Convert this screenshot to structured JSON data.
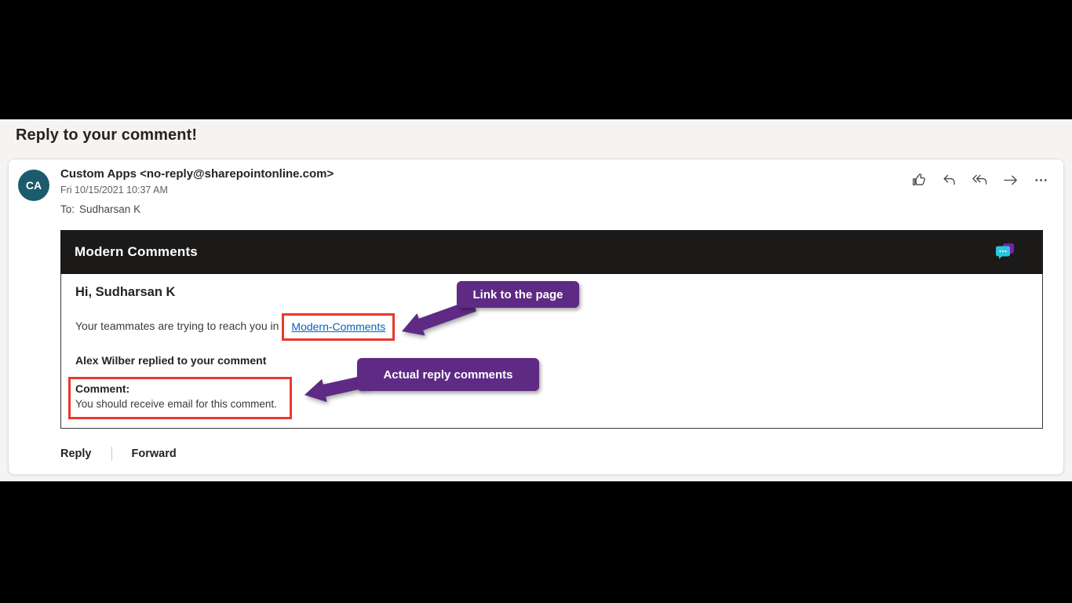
{
  "subject": "Reply to your comment!",
  "email": {
    "avatar_initials": "CA",
    "sender": "Custom Apps <no-reply@sharepointonline.com>",
    "date": "Fri 10/15/2021 10:37 AM",
    "to_label": "To:",
    "to_value": "Sudharsan K",
    "actions": [
      {
        "icon": "like-icon"
      },
      {
        "icon": "reply-icon"
      },
      {
        "icon": "reply-all-icon"
      },
      {
        "icon": "forward-icon"
      },
      {
        "icon": "more-options-icon"
      }
    ],
    "banner_title": "Modern Comments",
    "banner_icon": "comment-bubble-icon",
    "body": {
      "greeting": "Hi, Sudharsan K",
      "message_prefix": "Your teammates are trying to reach you in",
      "link_text": "Modern-Comments",
      "replied_line": "Alex Wilber replied to your comment",
      "comment_label": "Comment:",
      "comment_text": "You should receive email for this comment."
    },
    "footer": {
      "reply_label": "Reply",
      "forward_label": "Forward"
    }
  },
  "annotations": {
    "callout_link": "Link to the page",
    "callout_comment": "Actual reply comments"
  },
  "colors": {
    "accent_purple": "#5e2a84",
    "annotation_red": "#e8392b",
    "avatar_teal": "#1b5b6d",
    "banner_bg": "#1b1a19",
    "link_blue": "#0563c1",
    "bubble_cyan": "#29c5de",
    "bubble_purple": "#7a1fab"
  }
}
